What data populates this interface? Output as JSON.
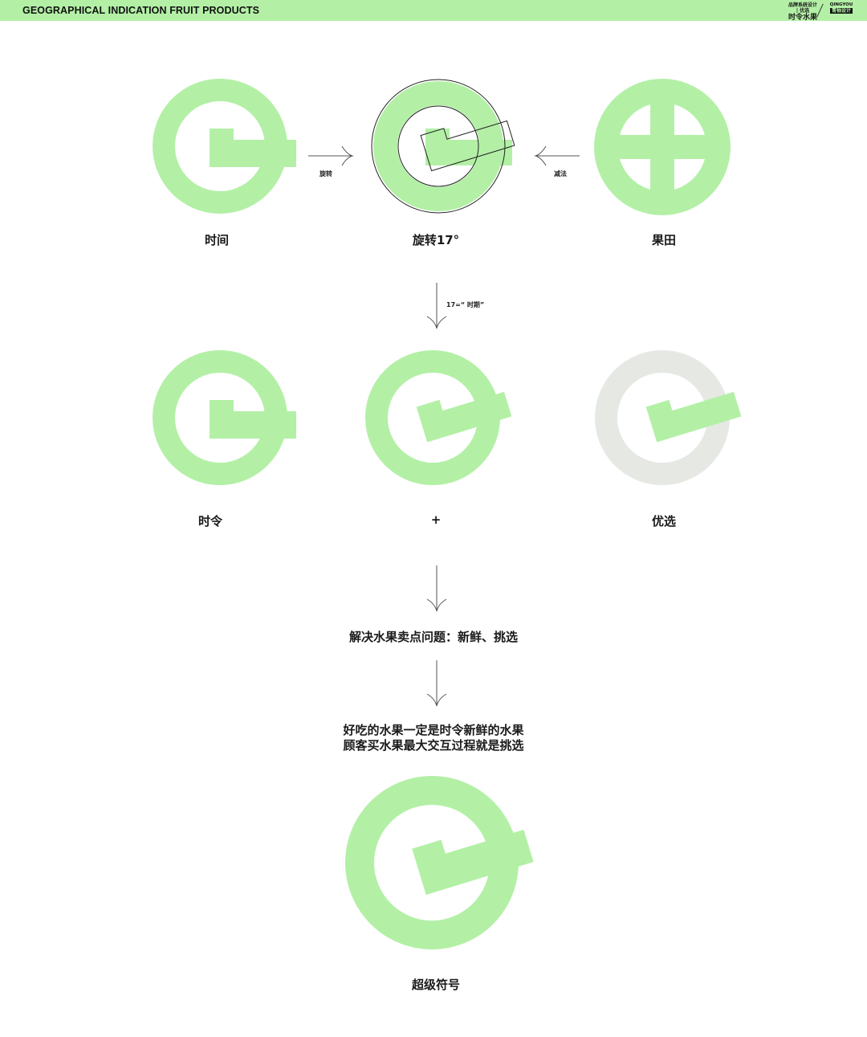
{
  "header": {
    "title": "GEOGRAPHICAL INDICATION FRUIT PRODUCTS",
    "brand_left_top": "品牌系统设计 | 优选",
    "brand_left_mark": "时令水果",
    "brand_right_en": "QINGYOU",
    "brand_right_cn": "青柚设计"
  },
  "row1": {
    "left_label": "时间",
    "middle_label": "旋转17°",
    "right_label": "果田",
    "arrow_left_label": "旋转",
    "arrow_right_label": "减法"
  },
  "step1_note": "17=“ 时期”",
  "row2": {
    "left_label": "时令",
    "middle_label": "+",
    "right_label": "优选"
  },
  "problem": "解决水果卖点问题：新鲜、挑选",
  "insight": {
    "line1": "好吃的水果一定是时令新鲜的水果",
    "line2": "顾客买水果最大交互过程就是挑选"
  },
  "final_label": "超级符号",
  "colors": {
    "brand_green": "#b3f0a6",
    "grey_ring": "#e6e8e4",
    "line": "#333333"
  }
}
